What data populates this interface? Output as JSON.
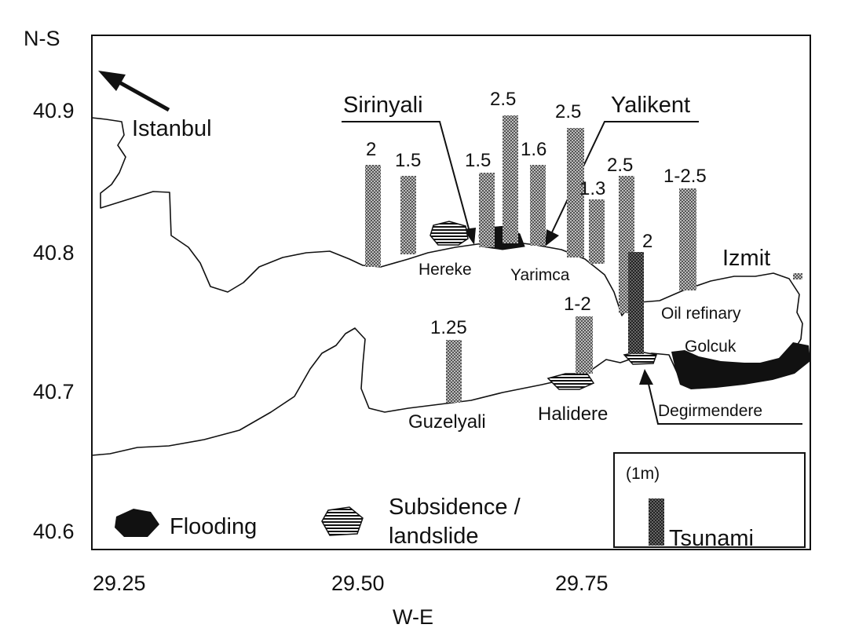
{
  "axes": {
    "y_title": "N-S",
    "x_title": "W-E",
    "y_ticks": [
      "40.9",
      "40.8",
      "40.7",
      "40.6"
    ],
    "x_ticks": [
      "29.25",
      "29.50",
      "29.75"
    ]
  },
  "places": {
    "istanbul": "Istanbul",
    "izmit": "Izmit",
    "sirinyali": "Sirinyali",
    "yalikent": "Yalikent",
    "hereke": "Hereke",
    "yarimca": "Yarimca",
    "oil_refinery": "Oil refinary",
    "golcuk": "Golcuk",
    "guzelyali": "Guzelyali",
    "halidere": "Halidere",
    "degirmendere": "Degirmendere"
  },
  "tsunami_heights": [
    {
      "label": "2"
    },
    {
      "label": "1.5"
    },
    {
      "label": "1.5"
    },
    {
      "label": "2.5"
    },
    {
      "label": "1.6"
    },
    {
      "label": "2.5"
    },
    {
      "label": "1.3"
    },
    {
      "label": "2.5"
    },
    {
      "label": "2"
    },
    {
      "label": "1-2.5"
    },
    {
      "label": "1.25"
    },
    {
      "label": "1-2"
    }
  ],
  "legend": {
    "flooding": "Flooding",
    "subsidence_line1": "Subsidence /",
    "subsidence_line2": "landslide",
    "scale": "(1m)",
    "tsunami": "Tsunami"
  },
  "colors": {
    "ink": "#111111",
    "bar_fill": "#9a9a9a",
    "background": "#ffffff"
  }
}
